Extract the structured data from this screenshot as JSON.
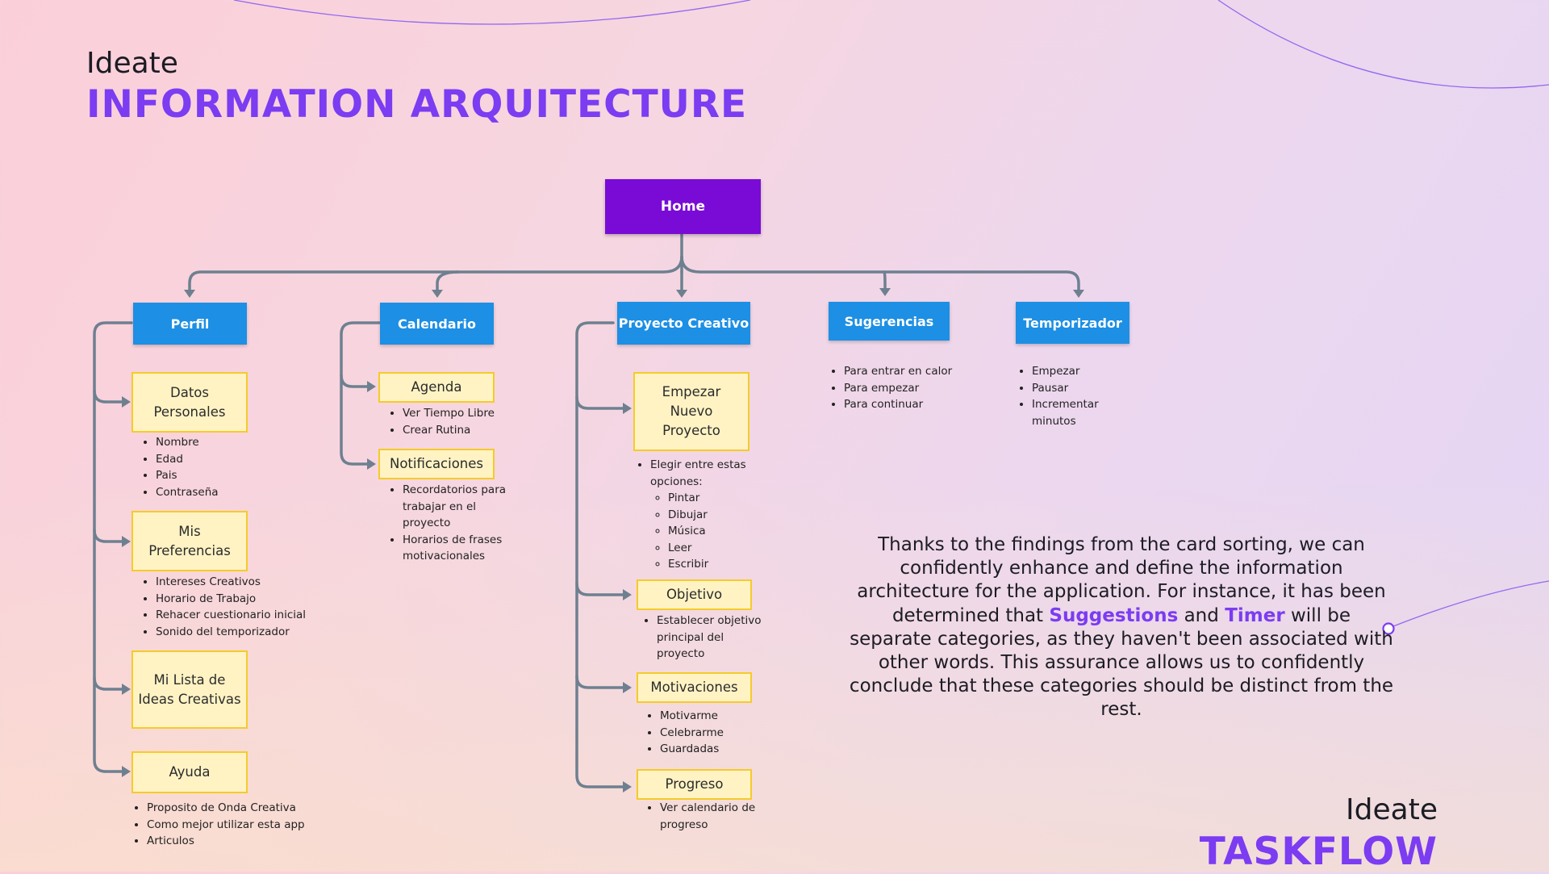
{
  "header": {
    "eyebrow": "Ideate",
    "title": "INFORMATION ARQUITECTURE"
  },
  "footer": {
    "eyebrow": "Ideate",
    "title": "TASKFLOW"
  },
  "colors": {
    "accent": "#7b3cf2",
    "root": "#7a0bd6",
    "category": "#1d8fe4",
    "sub_fill": "#fff3c4",
    "sub_border": "#f5cb2a",
    "link": "#6e8090"
  },
  "tree": {
    "root": "Home",
    "categories": {
      "perfil": "Perfil",
      "calendario": "Calendario",
      "proyecto": "Proyecto Creativo",
      "sugerencias": "Sugerencias",
      "temporizador": "Temporizador"
    }
  },
  "perfil": {
    "datos": {
      "label": "Datos Personales",
      "items": [
        "Nombre",
        "Edad",
        "Pais",
        "Contraseña"
      ]
    },
    "preferencias": {
      "label": "Mis Preferencias",
      "items": [
        "Intereses Creativos",
        "Horario de Trabajo",
        "Rehacer cuestionario inicial",
        "Sonido del temporizador"
      ]
    },
    "lista": {
      "label": "Mi Lista de Ideas Creativas"
    },
    "ayuda": {
      "label": "Ayuda",
      "items": [
        "Proposito de Onda Creativa",
        "Como mejor utilizar esta app",
        "Articulos"
      ]
    }
  },
  "calendario": {
    "agenda": {
      "label": "Agenda",
      "items": [
        "Ver Tiempo Libre",
        "Crear Rutina"
      ]
    },
    "notificaciones": {
      "label": "Notificaciones",
      "items": [
        "Recordatorios para trabajar en el proyecto",
        "Horarios de frases motivacionales"
      ]
    }
  },
  "proyecto": {
    "nuevo": {
      "label": "Empezar Nuevo Proyecto",
      "intro": "Elegir entre estas opciones:",
      "options": [
        "Pintar",
        "Dibujar",
        "Música",
        "Leer",
        "Escribir"
      ]
    },
    "objetivo": {
      "label": "Objetivo",
      "items": [
        "Establecer objetivo principal del proyecto"
      ]
    },
    "motivaciones": {
      "label": "Motivaciones",
      "items": [
        "Motivarme",
        "Celebrarme",
        "Guardadas"
      ]
    },
    "progreso": {
      "label": "Progreso",
      "items": [
        "Ver calendario de progreso"
      ]
    }
  },
  "sugerencias": {
    "items": [
      "Para entrar en calor",
      "Para empezar",
      "Para continuar"
    ]
  },
  "temporizador": {
    "items": [
      "Empezar",
      "Pausar",
      "Incrementar minutos"
    ]
  },
  "note": {
    "part1": "Thanks to the findings from the card sorting, we can confidently enhance and define the information architecture for the application. For instance, it has been determined that ",
    "highlight1": "Suggestions",
    "part2": " and ",
    "highlight2": "Timer",
    "part3": " will be separate categories, as they haven't been associated with other words. This assurance allows us to confidently conclude that these categories should be distinct from the rest."
  }
}
